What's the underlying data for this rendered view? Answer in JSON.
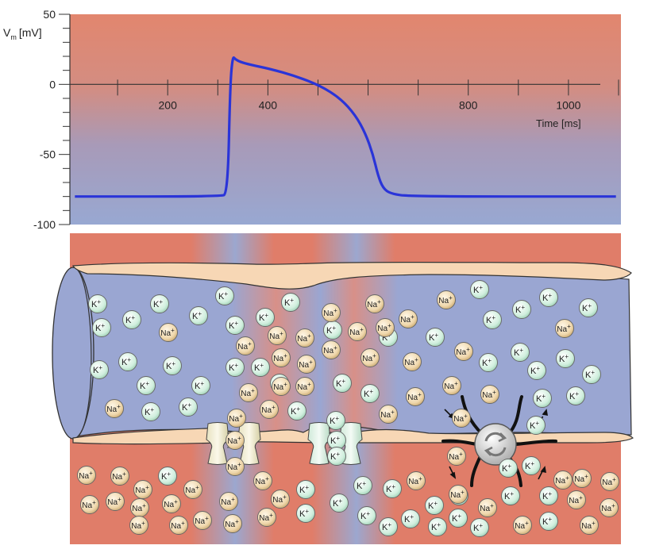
{
  "chart_data": {
    "type": "line",
    "title": "",
    "ylabel_main": "V",
    "ylabel_sub": "m",
    "ylabel_unit": "[mV]",
    "xlabel": "Time [ms]",
    "xlim": [
      0,
      1100
    ],
    "ylim": [
      -100,
      50
    ],
    "x_ticks": [
      100,
      200,
      300,
      400,
      500,
      600,
      700,
      800,
      900,
      1000,
      1100
    ],
    "x_tick_labels": [
      {
        "x": 200,
        "label": "200"
      },
      {
        "x": 400,
        "label": "400"
      },
      {
        "x": 800,
        "label": "800"
      },
      {
        "x": 1000,
        "label": "1000"
      }
    ],
    "y_tick_labels": [
      {
        "y": 50,
        "label": "50"
      },
      {
        "y": 0,
        "label": "0"
      },
      {
        "y": -50,
        "label": "-50"
      },
      {
        "y": -100,
        "label": "-100"
      }
    ],
    "y_ticks": [
      50,
      40,
      30,
      20,
      10,
      0,
      -10,
      -20,
      -30,
      -40,
      -50,
      -60,
      -70,
      -80,
      -90,
      -100
    ],
    "grid": false,
    "series": [
      {
        "color": "#2a34d8",
        "x": [
          10,
          300,
          315,
          320,
          325,
          330,
          340,
          360,
          400,
          450,
          500,
          540,
          570,
          590,
          605,
          615,
          625,
          640,
          680,
          1090
        ],
        "y": [
          -80,
          -80,
          -78,
          0,
          20,
          18,
          16,
          14,
          11,
          6,
          -1,
          -10,
          -22,
          -35,
          -50,
          -65,
          -74,
          -78,
          -80,
          -80
        ]
      }
    ]
  },
  "diagram": {
    "colors": {
      "extracellular": "#e2826e",
      "intracellular": "#9aa5cf",
      "membrane": "#f7d7b5",
      "k_ion": "#c9ecd6",
      "na_ion": "#ecd3a6",
      "trace": "#2a34d8"
    },
    "k_ion": {
      "symbol": "K",
      "charge": "+"
    },
    "na_ion": {
      "symbol": "Na",
      "charge": "+"
    },
    "pump_icon": "recycle-arrows-icon"
  }
}
